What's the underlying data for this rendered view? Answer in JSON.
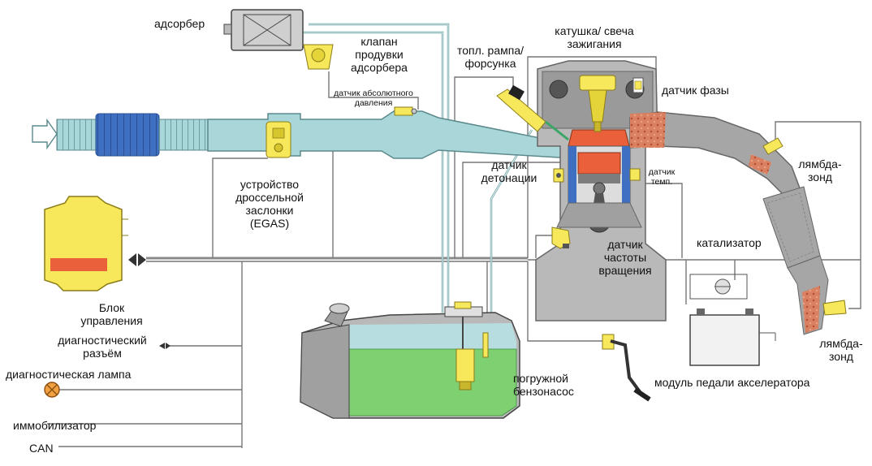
{
  "labels": {
    "adsorber": "адсорбер",
    "purge_valve": "клапан\nпродувки\nадсорбера",
    "abs_pressure_sensor": "датчик  абсолютного\nдавления",
    "fuel_rail": "топл. рампа/\nфорсунка",
    "coil_plug": "катушка/ свеча\nзажигания",
    "phase_sensor": "датчик фазы",
    "knock_sensor": "датчик\nдетонации",
    "temp_sensor": "датчик\nтемп.",
    "lambda_upper": "лямбда-\nзонд",
    "throttle": "устройство\nдроссельной\nзаслонки\n(EGAS)",
    "crank_sensor": "датчик\nчастоты\nвращения",
    "catalyst": "катализатор",
    "control_unit": "Блок\nуправления",
    "diag_connector": "диагностический\nразъём",
    "diag_lamp": "диагностическая лампа",
    "immobilizer": "иммобилизатор",
    "can": "CAN",
    "fuel_pump": "погружной\nбензонасос",
    "pedal_module": "модуль педали акселератора",
    "lambda_lower": "лямбда-\nзонд"
  },
  "colors": {
    "intake": "#a9d6d8",
    "filter_blue": "#3f6fc0",
    "ecu_yellow": "#f6e85a",
    "ecu_red": "#e9603a",
    "engine_grey": "#b9b9b9",
    "tank_water": "#b7dde0",
    "fuel_green": "#7ed070",
    "exhaust_grey": "#a6a6a6",
    "wire": "#777777"
  }
}
